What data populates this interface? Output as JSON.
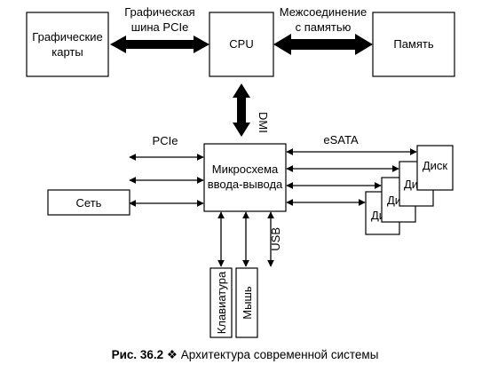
{
  "diagram": {
    "graphics_cards": [
      "Графические",
      "карты"
    ],
    "cpu": "CPU",
    "memory": "Память",
    "gfx_bus": [
      "Графическая",
      "шина PCIe"
    ],
    "mem_interconnect": [
      "Межсоединение",
      "с памятью"
    ],
    "dmi": "DMI",
    "io_chip": [
      "Микросхема",
      "ввода-вывода"
    ],
    "pcie": "PCIe",
    "esata": "eSATA",
    "network": "Сеть",
    "disk": "Диск",
    "usb": "USB",
    "keyboard": "Клавиатура",
    "mouse": "Мышь"
  },
  "caption": {
    "number": "Рис. 36.2",
    "separator": "❖",
    "text": "Архитектура современной системы"
  }
}
